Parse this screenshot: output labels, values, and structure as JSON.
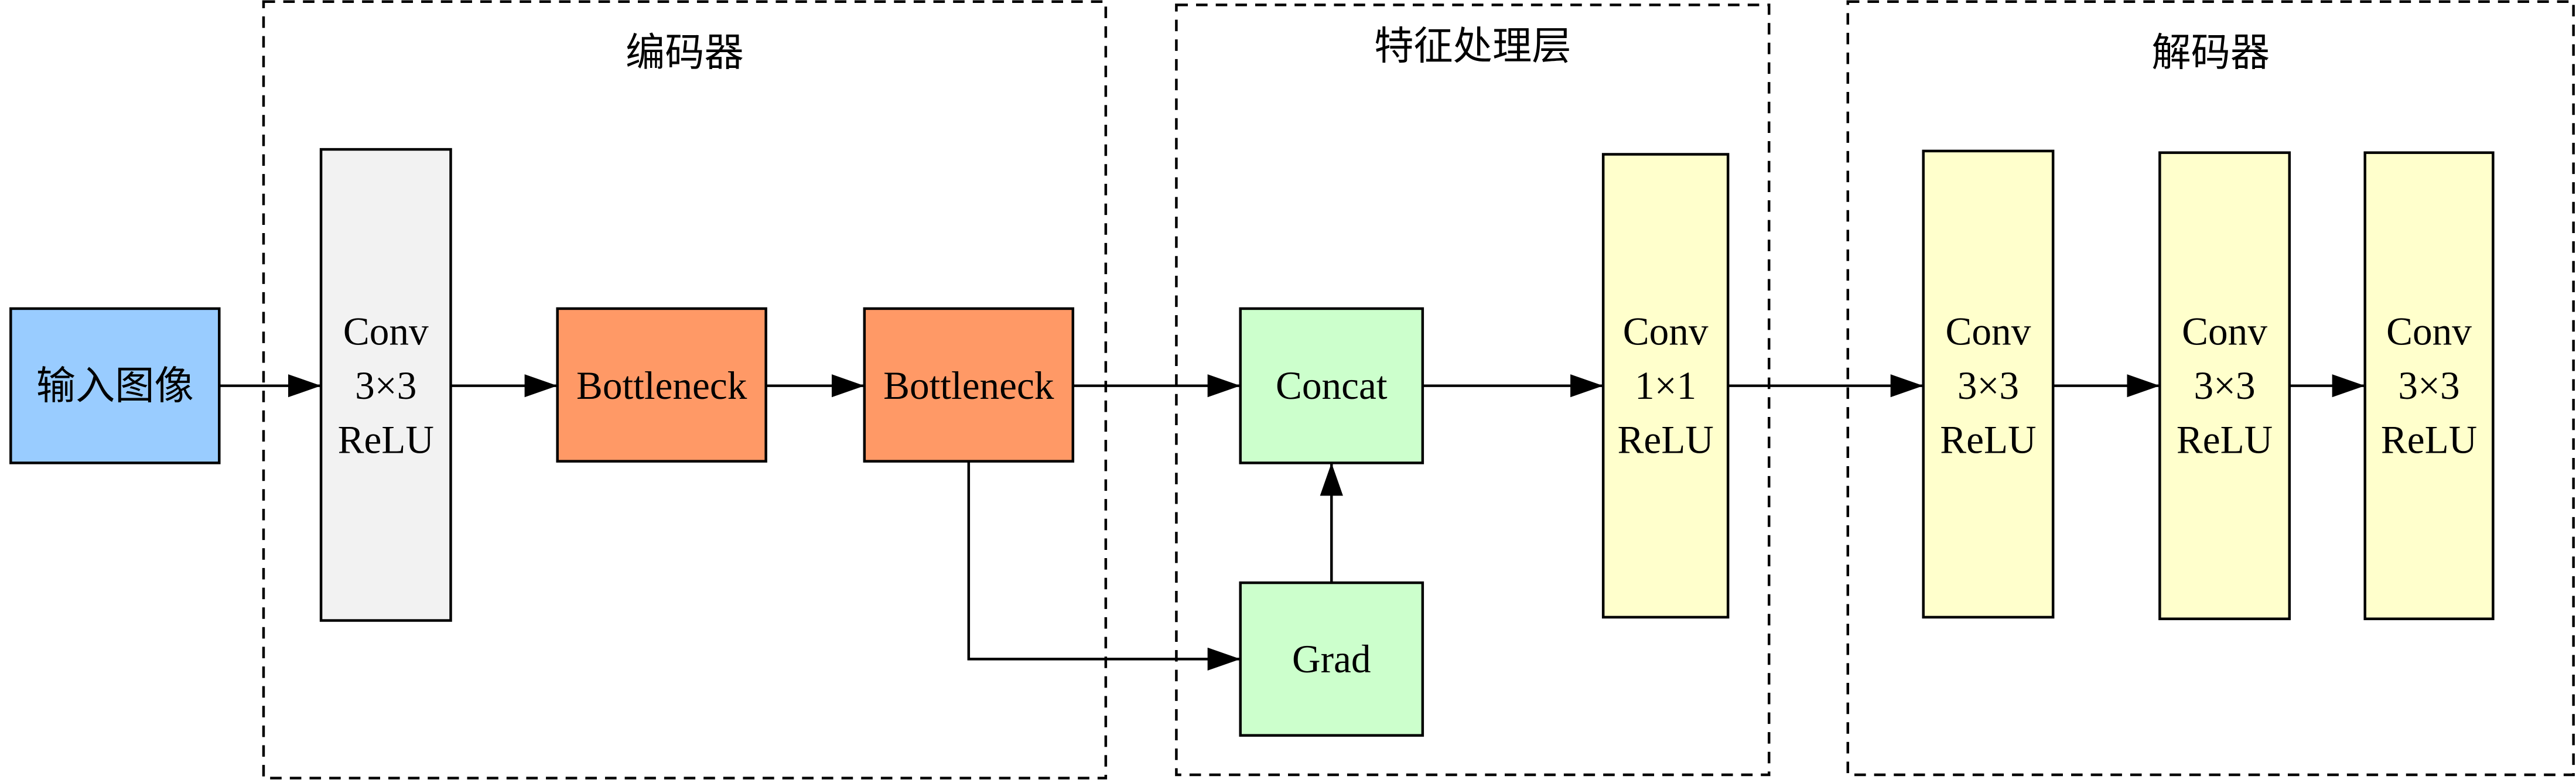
{
  "diagram": {
    "groups": [
      {
        "id": "encoder",
        "title": "编码器"
      },
      {
        "id": "feature",
        "title": "特征处理层"
      },
      {
        "id": "decoder",
        "title": "解码器"
      }
    ],
    "nodes": [
      {
        "id": "input",
        "lines": [
          "输入图像"
        ],
        "color": "#99CCFF",
        "group": null
      },
      {
        "id": "enc_conv",
        "lines": [
          "Conv",
          "3×3",
          "ReLU"
        ],
        "color": "#F2F2F2",
        "group": "encoder"
      },
      {
        "id": "bottleneck1",
        "lines": [
          "Bottleneck"
        ],
        "color": "#FF9966",
        "group": "encoder"
      },
      {
        "id": "bottleneck2",
        "lines": [
          "Bottleneck"
        ],
        "color": "#FF9966",
        "group": "encoder"
      },
      {
        "id": "concat",
        "lines": [
          "Concat"
        ],
        "color": "#CCFFCC",
        "group": "feature"
      },
      {
        "id": "grad",
        "lines": [
          "Grad"
        ],
        "color": "#CCFFCC",
        "group": "feature"
      },
      {
        "id": "conv1x1",
        "lines": [
          "Conv",
          "1×1",
          "ReLU"
        ],
        "color": "#FFFFCC",
        "group": "feature"
      },
      {
        "id": "dec_conv1",
        "lines": [
          "Conv",
          "3×3",
          "ReLU"
        ],
        "color": "#FFFFCC",
        "group": "decoder"
      },
      {
        "id": "dec_conv2",
        "lines": [
          "Conv",
          "3×3",
          "ReLU"
        ],
        "color": "#FFFFCC",
        "group": "decoder"
      },
      {
        "id": "dec_conv3",
        "lines": [
          "Conv",
          "3×3",
          "ReLU"
        ],
        "color": "#FFFFCC",
        "group": "decoder"
      }
    ],
    "edges": [
      {
        "from": "input",
        "to": "enc_conv"
      },
      {
        "from": "enc_conv",
        "to": "bottleneck1"
      },
      {
        "from": "bottleneck1",
        "to": "bottleneck2"
      },
      {
        "from": "bottleneck2",
        "to": "concat"
      },
      {
        "from": "bottleneck2",
        "to": "grad"
      },
      {
        "from": "grad",
        "to": "concat"
      },
      {
        "from": "concat",
        "to": "conv1x1"
      },
      {
        "from": "conv1x1",
        "to": "dec_conv1"
      },
      {
        "from": "dec_conv1",
        "to": "dec_conv2"
      },
      {
        "from": "dec_conv2",
        "to": "dec_conv3"
      }
    ]
  }
}
